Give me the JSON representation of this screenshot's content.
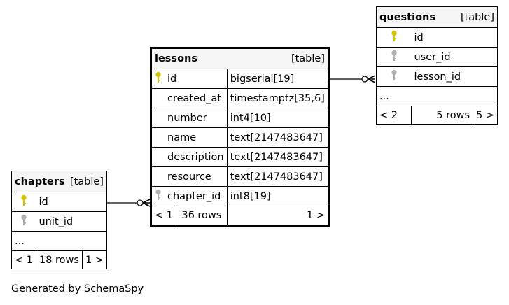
{
  "tables": {
    "lessons": {
      "name": "lessons",
      "tag": "[table]",
      "columns": [
        {
          "key": "primary",
          "name": "id",
          "type": "bigserial[19]"
        },
        {
          "key": "none",
          "name": "created_at",
          "type": "timestamptz[35,6]"
        },
        {
          "key": "none",
          "name": "number",
          "type": "int4[10]"
        },
        {
          "key": "none",
          "name": "name",
          "type": "text[2147483647]"
        },
        {
          "key": "none",
          "name": "description",
          "type": "text[2147483647]"
        },
        {
          "key": "none",
          "name": "resource",
          "type": "text[2147483647]"
        },
        {
          "key": "foreign",
          "name": "chapter_id",
          "type": "int8[19]"
        }
      ],
      "nav": {
        "prev": "< 1",
        "rows": "36 rows",
        "next": "1 >"
      }
    },
    "questions": {
      "name": "questions",
      "tag": "[table]",
      "columns": [
        {
          "key": "primary",
          "name": "id"
        },
        {
          "key": "foreign",
          "name": "user_id"
        },
        {
          "key": "foreign",
          "name": "lesson_id"
        }
      ],
      "ellipsis": "...",
      "nav": {
        "prev": "< 2",
        "rows": "5 rows",
        "next": "5 >"
      }
    },
    "chapters": {
      "name": "chapters",
      "tag": "[table]",
      "columns": [
        {
          "key": "primary",
          "name": "id"
        },
        {
          "key": "foreign",
          "name": "unit_id"
        }
      ],
      "ellipsis": "...",
      "nav": {
        "prev": "< 1",
        "rows": "18 rows",
        "next": "1 >"
      }
    }
  },
  "colors": {
    "primary_key": "#d4c400",
    "foreign_key": "#b0b0b0",
    "header_bg": "#f5f5f5"
  },
  "footer": "Generated by SchemaSpy"
}
